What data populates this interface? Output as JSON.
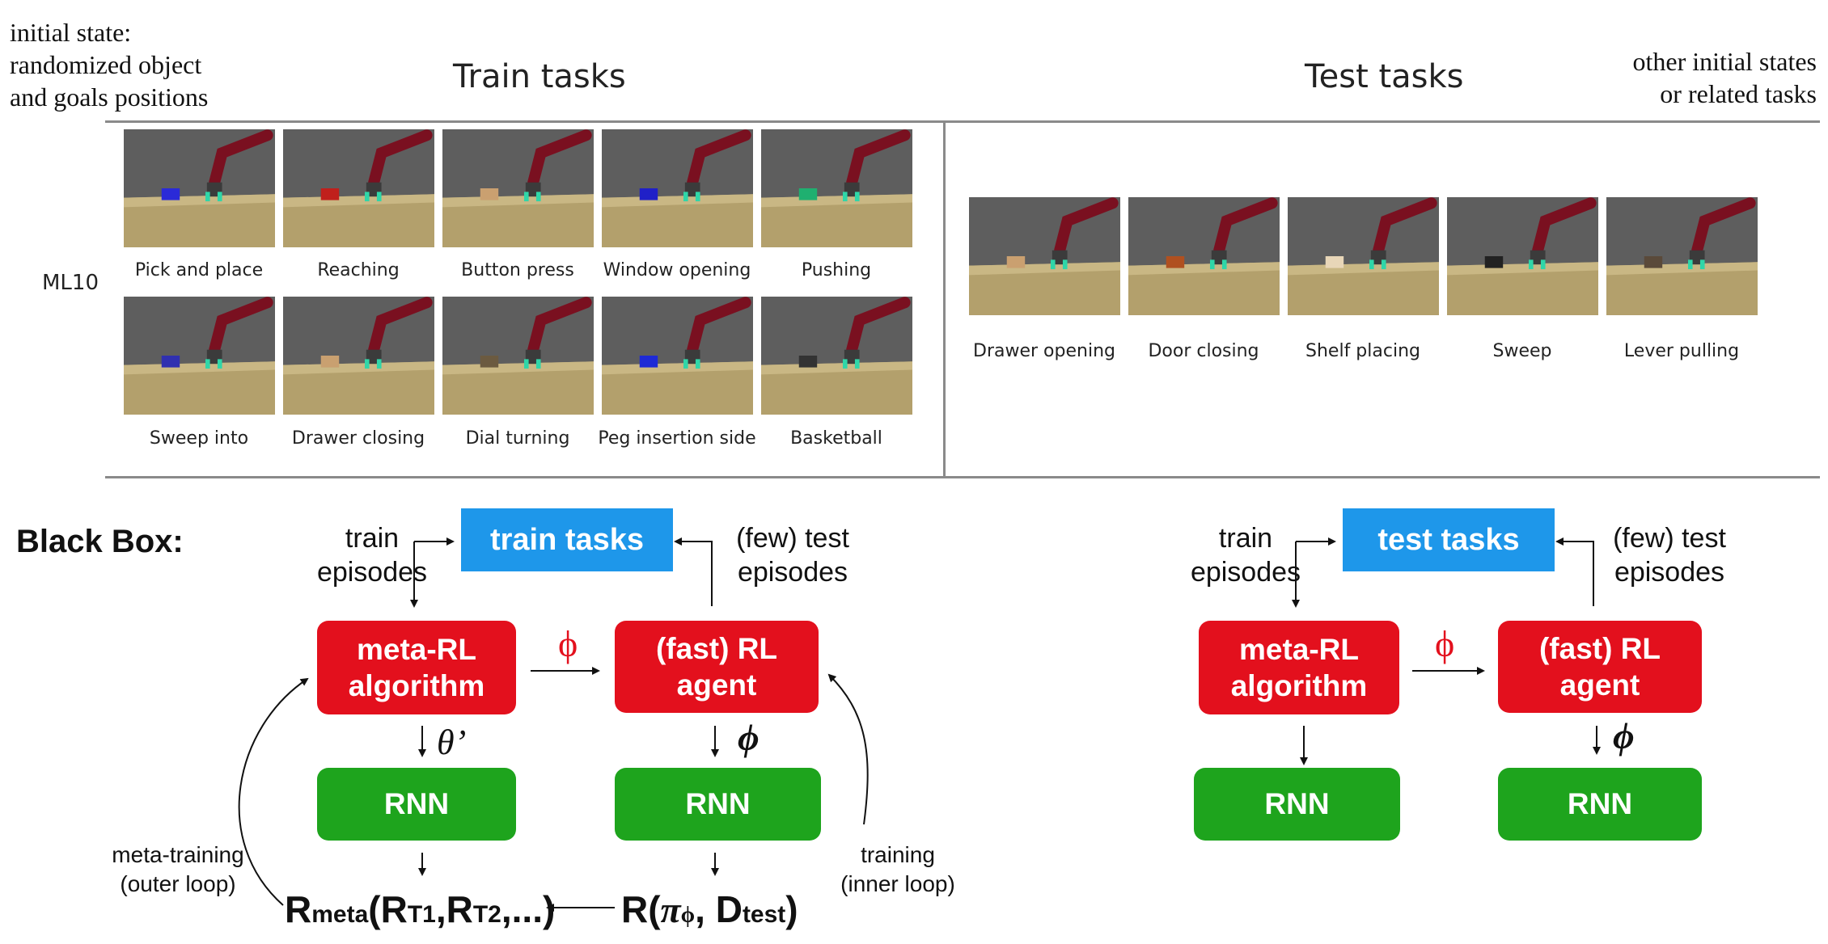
{
  "header": {
    "initial_state": "initial state:\nrandomized object\nand goals positions",
    "train_title": "Train tasks",
    "test_title": "Test tasks",
    "other_states": "other initial states\nor related tasks"
  },
  "benchmark_label": "ML10",
  "train_tasks": [
    "Pick and place",
    "Reaching",
    "Button press",
    "Window opening",
    "Pushing",
    "Sweep into",
    "Drawer closing",
    "Dial turning",
    "Peg insertion side",
    "Basketball"
  ],
  "test_tasks": [
    "Drawer opening",
    "Door closing",
    "Shelf placing",
    "Sweep",
    "Lever pulling"
  ],
  "diagram": {
    "title": "Black Box:",
    "left": {
      "top_box": "train tasks",
      "left_label": "train\nepisodes",
      "right_label": "(few) test\nepisodes",
      "meta_box": "meta-RL\nalgorithm",
      "fast_box": "(fast) RL\nagent",
      "phi": "ϕ",
      "theta": "θ’",
      "phi_italic": "ϕ",
      "rnn_left": "RNN",
      "rnn_right": "RNN",
      "outer_loop": "meta-training\n(outer loop)",
      "inner_loop": "training\n(inner loop)",
      "r_meta": {
        "R": "R",
        "meta": "meta",
        "args_a": "(R",
        "t1": "T1",
        "comma": ",R",
        "t2": "T2",
        "tail": ",...)"
      },
      "r_fast": {
        "R": "R(",
        "pi": "π",
        "phi": "ϕ",
        "d": ", D",
        "test": "test",
        "close": ")"
      }
    },
    "right": {
      "top_box": "test tasks",
      "left_label": "train\nepisodes",
      "right_label": "(few) test\nepisodes",
      "meta_box": "meta-RL\nalgorithm",
      "fast_box": "(fast) RL\nagent",
      "phi": "ϕ",
      "phi_italic": "ϕ",
      "rnn_left": "RNN",
      "rnn_right": "RNN"
    }
  },
  "colors": {
    "red_box": "#e3101d",
    "green_box": "#1ea41d",
    "blue_box": "#1e97ea",
    "phi_red": "#e3101d"
  }
}
